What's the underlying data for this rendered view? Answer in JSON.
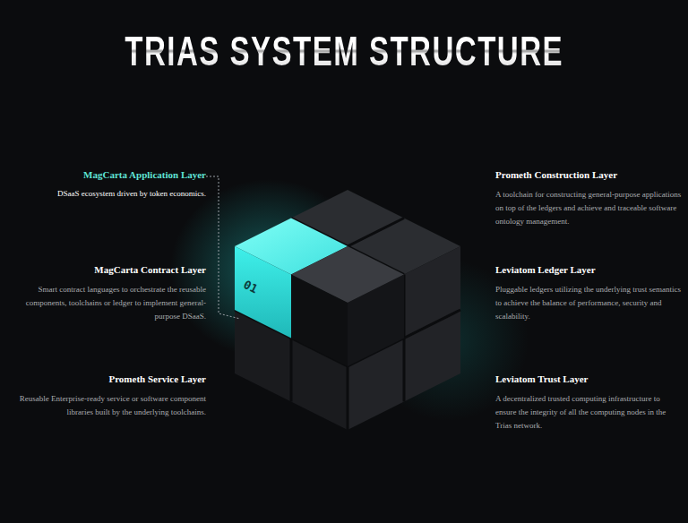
{
  "diagram": {
    "title": "TRIAS SYSTEM STRUCTURE",
    "labels": [
      "MagCarta Application Layer",
      "DSaaS ecosystem driven by token economics.",
      "MagCarta Contract Layer",
      "Smart contract languages to orchestrate the reusable components, toolchains or ledger to implement general-purpose DSaaS.",
      "Prometh Service Layer",
      "Reusable Enterprise-ready service or software component libraries built by the underlying toolchains.",
      "Prometh Construction Layer",
      "A toolchain for constructing general-purpose applications on top of the ledgers and achieve and traceable software ontology management.",
      "Leviatom Ledger Layer",
      "Pluggable ledgers utilizing the underlying trust semantics to achieve the balance of performance, security and scalability.",
      "Leviatom Trust Layer",
      "A decentralized trusted computing infrastructure to ensure the integrity of all the computing nodes in the Trias network.",
      "01"
    ]
  }
}
